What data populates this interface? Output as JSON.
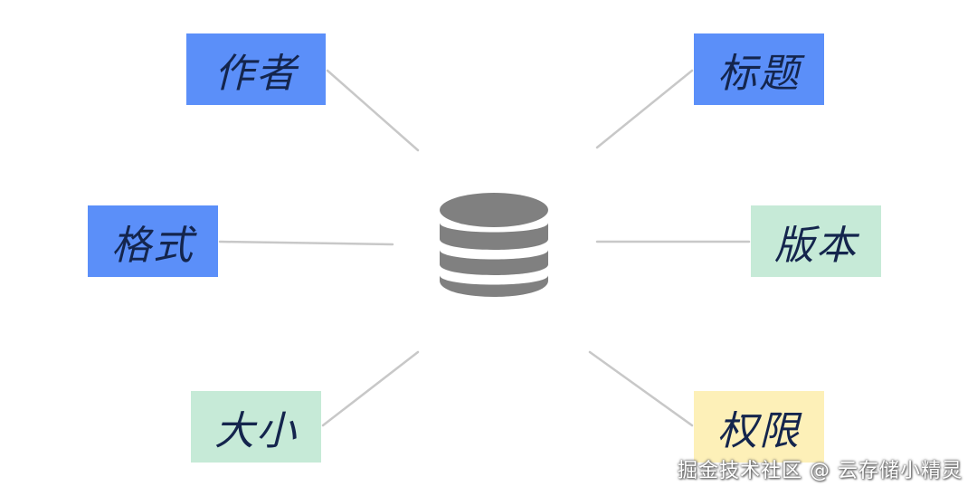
{
  "center": {
    "icon": "database-icon",
    "color": "#808080"
  },
  "tags": {
    "author": "作者",
    "title": "标题",
    "format": "格式",
    "version": "版本",
    "size": "大小",
    "permission": "权限"
  },
  "colors": {
    "blue": "#5b8ff9",
    "green": "#c6ead7",
    "yellow": "#fdf0b8",
    "text": "#14254d",
    "connector": "#c8c8c8"
  },
  "watermark": "掘金技术社区 @ 云存储小精灵"
}
